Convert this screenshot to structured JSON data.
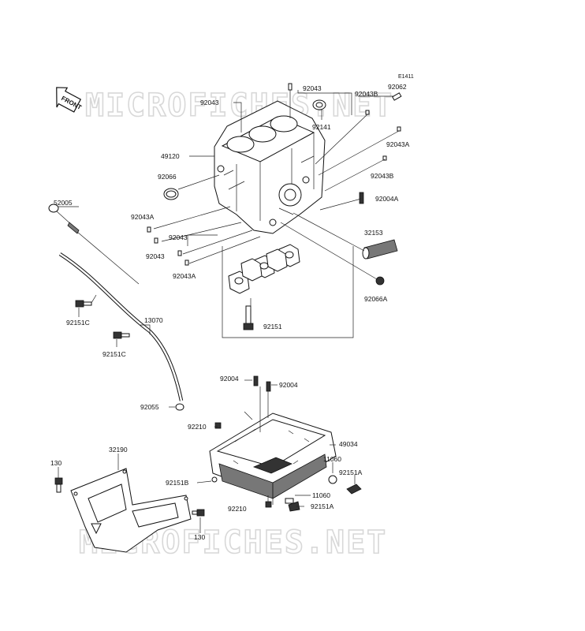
{
  "diagram": {
    "code": "E1411",
    "front_label": "FRONT",
    "watermark_top": "MICROFICHES.NET",
    "watermark_bottom": "MICROFICHES.NET",
    "parts": [
      {
        "id": "p92043_top",
        "text": "92043"
      },
      {
        "id": "p92062",
        "text": "92062"
      },
      {
        "id": "p92043b_top",
        "text": "92043B"
      },
      {
        "id": "p92043_left",
        "text": "92043"
      },
      {
        "id": "p92141",
        "text": "92141"
      },
      {
        "id": "p92043a_right",
        "text": "92043A"
      },
      {
        "id": "p49120",
        "text": "49120"
      },
      {
        "id": "p92043b_right",
        "text": "92043B"
      },
      {
        "id": "p92066",
        "text": "92066"
      },
      {
        "id": "p92004a",
        "text": "92004A"
      },
      {
        "id": "p52005",
        "text": "52005"
      },
      {
        "id": "p92043a_left",
        "text": "92043A"
      },
      {
        "id": "p32153",
        "text": "32153"
      },
      {
        "id": "p92043_mid",
        "text": "92043"
      },
      {
        "id": "p92043_low",
        "text": "92043"
      },
      {
        "id": "p92043a_low",
        "text": "92043A"
      },
      {
        "id": "p92066a",
        "text": "92066A"
      },
      {
        "id": "p92151c_1",
        "text": "92151C"
      },
      {
        "id": "p13070",
        "text": "13070"
      },
      {
        "id": "p92151",
        "text": "92151"
      },
      {
        "id": "p92151c_2",
        "text": "92151C"
      },
      {
        "id": "p92004_1",
        "text": "92004"
      },
      {
        "id": "p92004_2",
        "text": "92004"
      },
      {
        "id": "p92055",
        "text": "92055"
      },
      {
        "id": "p92210_top",
        "text": "92210"
      },
      {
        "id": "p49034",
        "text": "49034"
      },
      {
        "id": "p130_top",
        "text": "130"
      },
      {
        "id": "p32190",
        "text": "32190"
      },
      {
        "id": "p11060_right",
        "text": "11060"
      },
      {
        "id": "p92151a_right",
        "text": "92151A"
      },
      {
        "id": "p92151b",
        "text": "92151B"
      },
      {
        "id": "p11060_low",
        "text": "11060"
      },
      {
        "id": "p92210_low",
        "text": "92210"
      },
      {
        "id": "p92151a_low",
        "text": "92151A"
      },
      {
        "id": "p130_low",
        "text": "130"
      }
    ]
  }
}
